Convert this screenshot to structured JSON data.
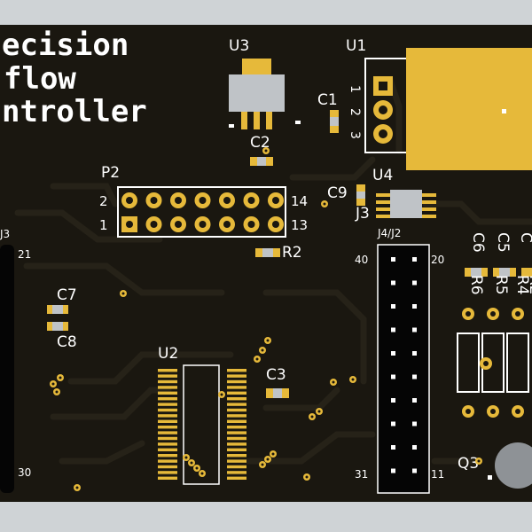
{
  "title_lines": [
    "ecision",
    "flow",
    "ntroller"
  ],
  "labels": {
    "u1": "U1",
    "u2": "U2",
    "u3": "U3",
    "u4": "U4",
    "u1_pins": [
      "1",
      "2",
      "3"
    ],
    "c1": "C1",
    "c2": "C2",
    "c3": "C3",
    "c5": "C5",
    "c6": "C6",
    "c7": "C7",
    "c8": "C8",
    "c9": "C9",
    "p2": "P2",
    "p2_pin_top_left": "2",
    "p2_pin_bottom_left": "1",
    "p2_pin_top_right": "14",
    "p2_pin_bottom_right": "13",
    "r2": "R2",
    "r4": "R4",
    "r5": "R5",
    "r6": "R6",
    "j3": "J3",
    "j3_left": "J3",
    "j3_pin_21": "21",
    "j3_pin_30": "30",
    "j4j2": "J4/J2",
    "j4_pin_40": "40",
    "j4_pin_20": "20",
    "j4_pin_31": "31",
    "j4_pin_11": "11",
    "q3": "Q3",
    "c_edge": "C",
    "r_edge": "R2"
  },
  "colors": {
    "board": "#1a1710",
    "frame": "#cfd3d6",
    "gold": "#e6b93a",
    "silk": "#ffffff",
    "trace": "#24211a"
  }
}
